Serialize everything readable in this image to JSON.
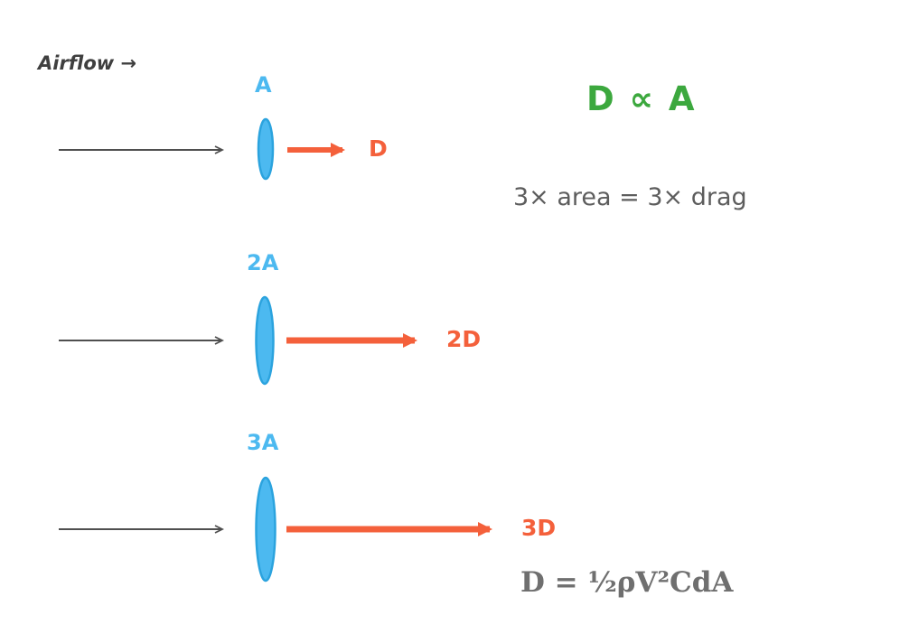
{
  "header": {
    "airflow_label": "Airflow →"
  },
  "rows": [
    {
      "area_label": "A",
      "drag_label": "D"
    },
    {
      "area_label": "2A",
      "drag_label": "2D"
    },
    {
      "area_label": "3A",
      "drag_label": "3D"
    }
  ],
  "annotations": {
    "proportionality": "D ∝ A",
    "relation": "3× area = 3× drag",
    "formula": "D = ½ρV²CdA"
  },
  "colors": {
    "area_blue": "#4cb9f0",
    "area_blue_edge": "#2ba3de",
    "drag_orange": "#f4603b",
    "airflow_gray": "#4f4f4f",
    "proportional_green": "#3ca83e",
    "muted_text": "#5d5d5d",
    "formula_text": "#6f6f6f"
  }
}
